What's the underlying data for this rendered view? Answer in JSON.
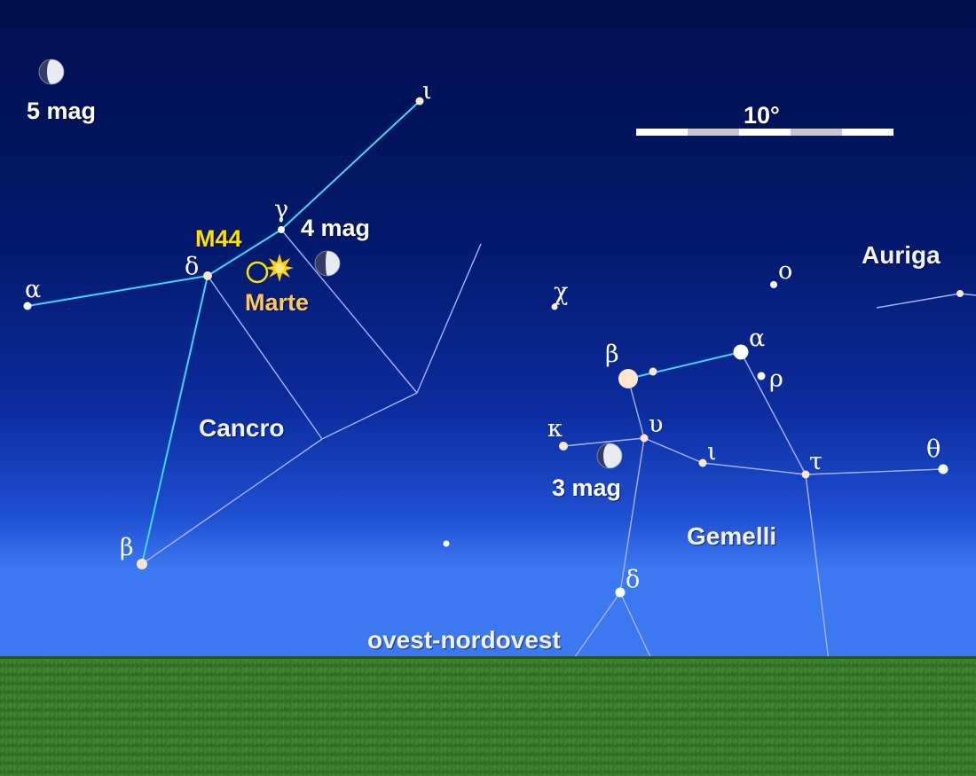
{
  "colors": {
    "sky_top": "#000f4c",
    "sky_mid": "#0d2c9e",
    "sky_bottom": "#3c78f2",
    "line_cancer": "#3ad9ff",
    "line_figure": "#a9b3ff",
    "grass": "#3b7d2c",
    "star": "#fde6cc",
    "mars": "#ffe000",
    "label_orange": "#ffc65a"
  },
  "labels": {
    "moon_5mag": "5 mag",
    "moon_4mag": "4 mag",
    "moon_3mag": "3 mag",
    "scale": "10°",
    "m44": "M44",
    "mars": "Marte",
    "cancer": "Cancro",
    "gemini": "Gemelli",
    "auriga": "Auriga",
    "direction": "ovest-nordovest"
  },
  "star_labels": {
    "cnc_iota": "ι",
    "cnc_gamma": "γ",
    "cnc_delta": "δ",
    "cnc_alpha": "α",
    "cnc_beta": "β",
    "gem_chi": "χ",
    "gem_omicron": "ο",
    "gem_beta": "β",
    "gem_alpha": "α",
    "gem_rho": "ρ",
    "gem_kappa": "κ",
    "gem_upsilon": "υ",
    "gem_iota": "ι",
    "gem_tau": "τ",
    "gem_theta": "θ",
    "gem_delta": "δ"
  },
  "icons": {
    "moon": "crescent-moon-icon",
    "m44": "open-cluster-circle-icon",
    "mars": "planet-burst-icon"
  }
}
